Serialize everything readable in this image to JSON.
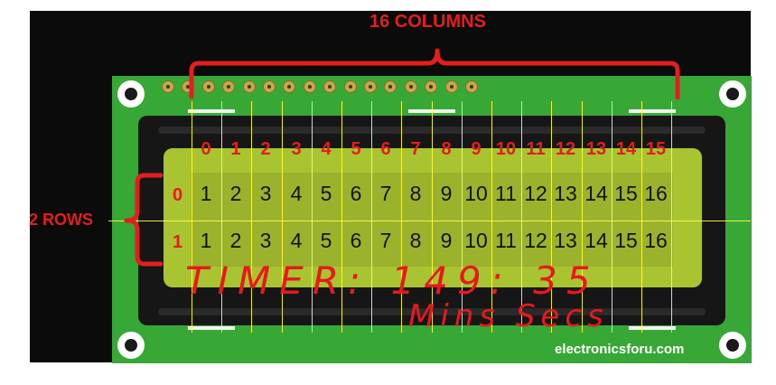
{
  "annotations": {
    "columns_label": "16 COLUMNS",
    "rows_label": "2 ROWS",
    "column_indices": [
      "0",
      "1",
      "2",
      "3",
      "4",
      "5",
      "6",
      "7",
      "8",
      "9",
      "10",
      "11",
      "12",
      "13",
      "14",
      "15"
    ],
    "row_indices": [
      "0",
      "1"
    ]
  },
  "lcd": {
    "rows": [
      {
        "cells": [
          "1",
          "2",
          "3",
          "4",
          "5",
          "6",
          "7",
          "8",
          "9",
          "10",
          "11",
          "12",
          "13",
          "14",
          "15",
          "16"
        ]
      },
      {
        "cells": [
          "1",
          "2",
          "3",
          "4",
          "5",
          "6",
          "7",
          "8",
          "9",
          "10",
          "11",
          "12",
          "13",
          "14",
          "15",
          "16"
        ]
      }
    ],
    "handwriting": {
      "line1": "TIMER:  149: 35",
      "line2": "Mins  Secs"
    }
  },
  "watermark": "electronicsforu.com",
  "colors": {
    "annotation_red": "#e41e1e",
    "pcb_green": "#37a836",
    "lcd_green": "#a8c431",
    "grid_yellow": "#ffff3c"
  },
  "icons": [
    "mounting-hole-icon",
    "header-pin-icon",
    "bracket-icon"
  ]
}
